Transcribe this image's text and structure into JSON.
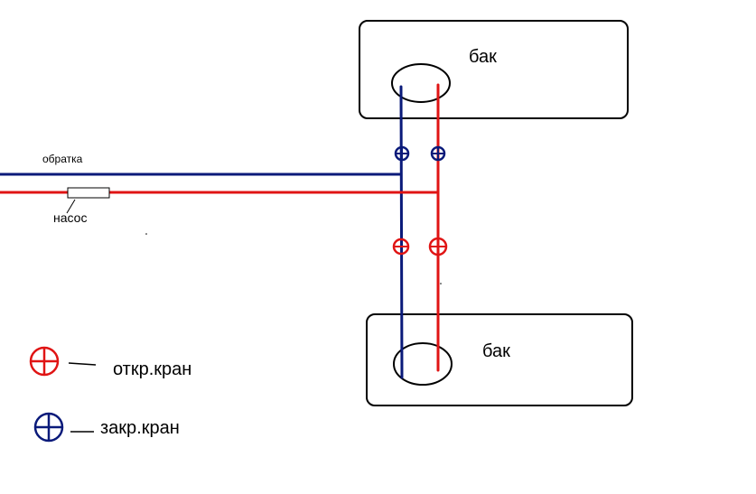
{
  "tanks": [
    {
      "label": "бак"
    },
    {
      "label": "бак"
    }
  ],
  "pipes": {
    "return_label": "обратка",
    "pump_label": "насос"
  },
  "colors": {
    "supply": "#e01414",
    "return": "#0a1a7a",
    "outline": "#000000"
  },
  "valve_states": [
    "closed",
    "closed",
    "open",
    "open"
  ],
  "legend": {
    "open": {
      "label": "откр.кран",
      "icon": "open-valve-icon"
    },
    "closed": {
      "label": "закр.кран",
      "icon": "closed-valve-icon"
    }
  }
}
